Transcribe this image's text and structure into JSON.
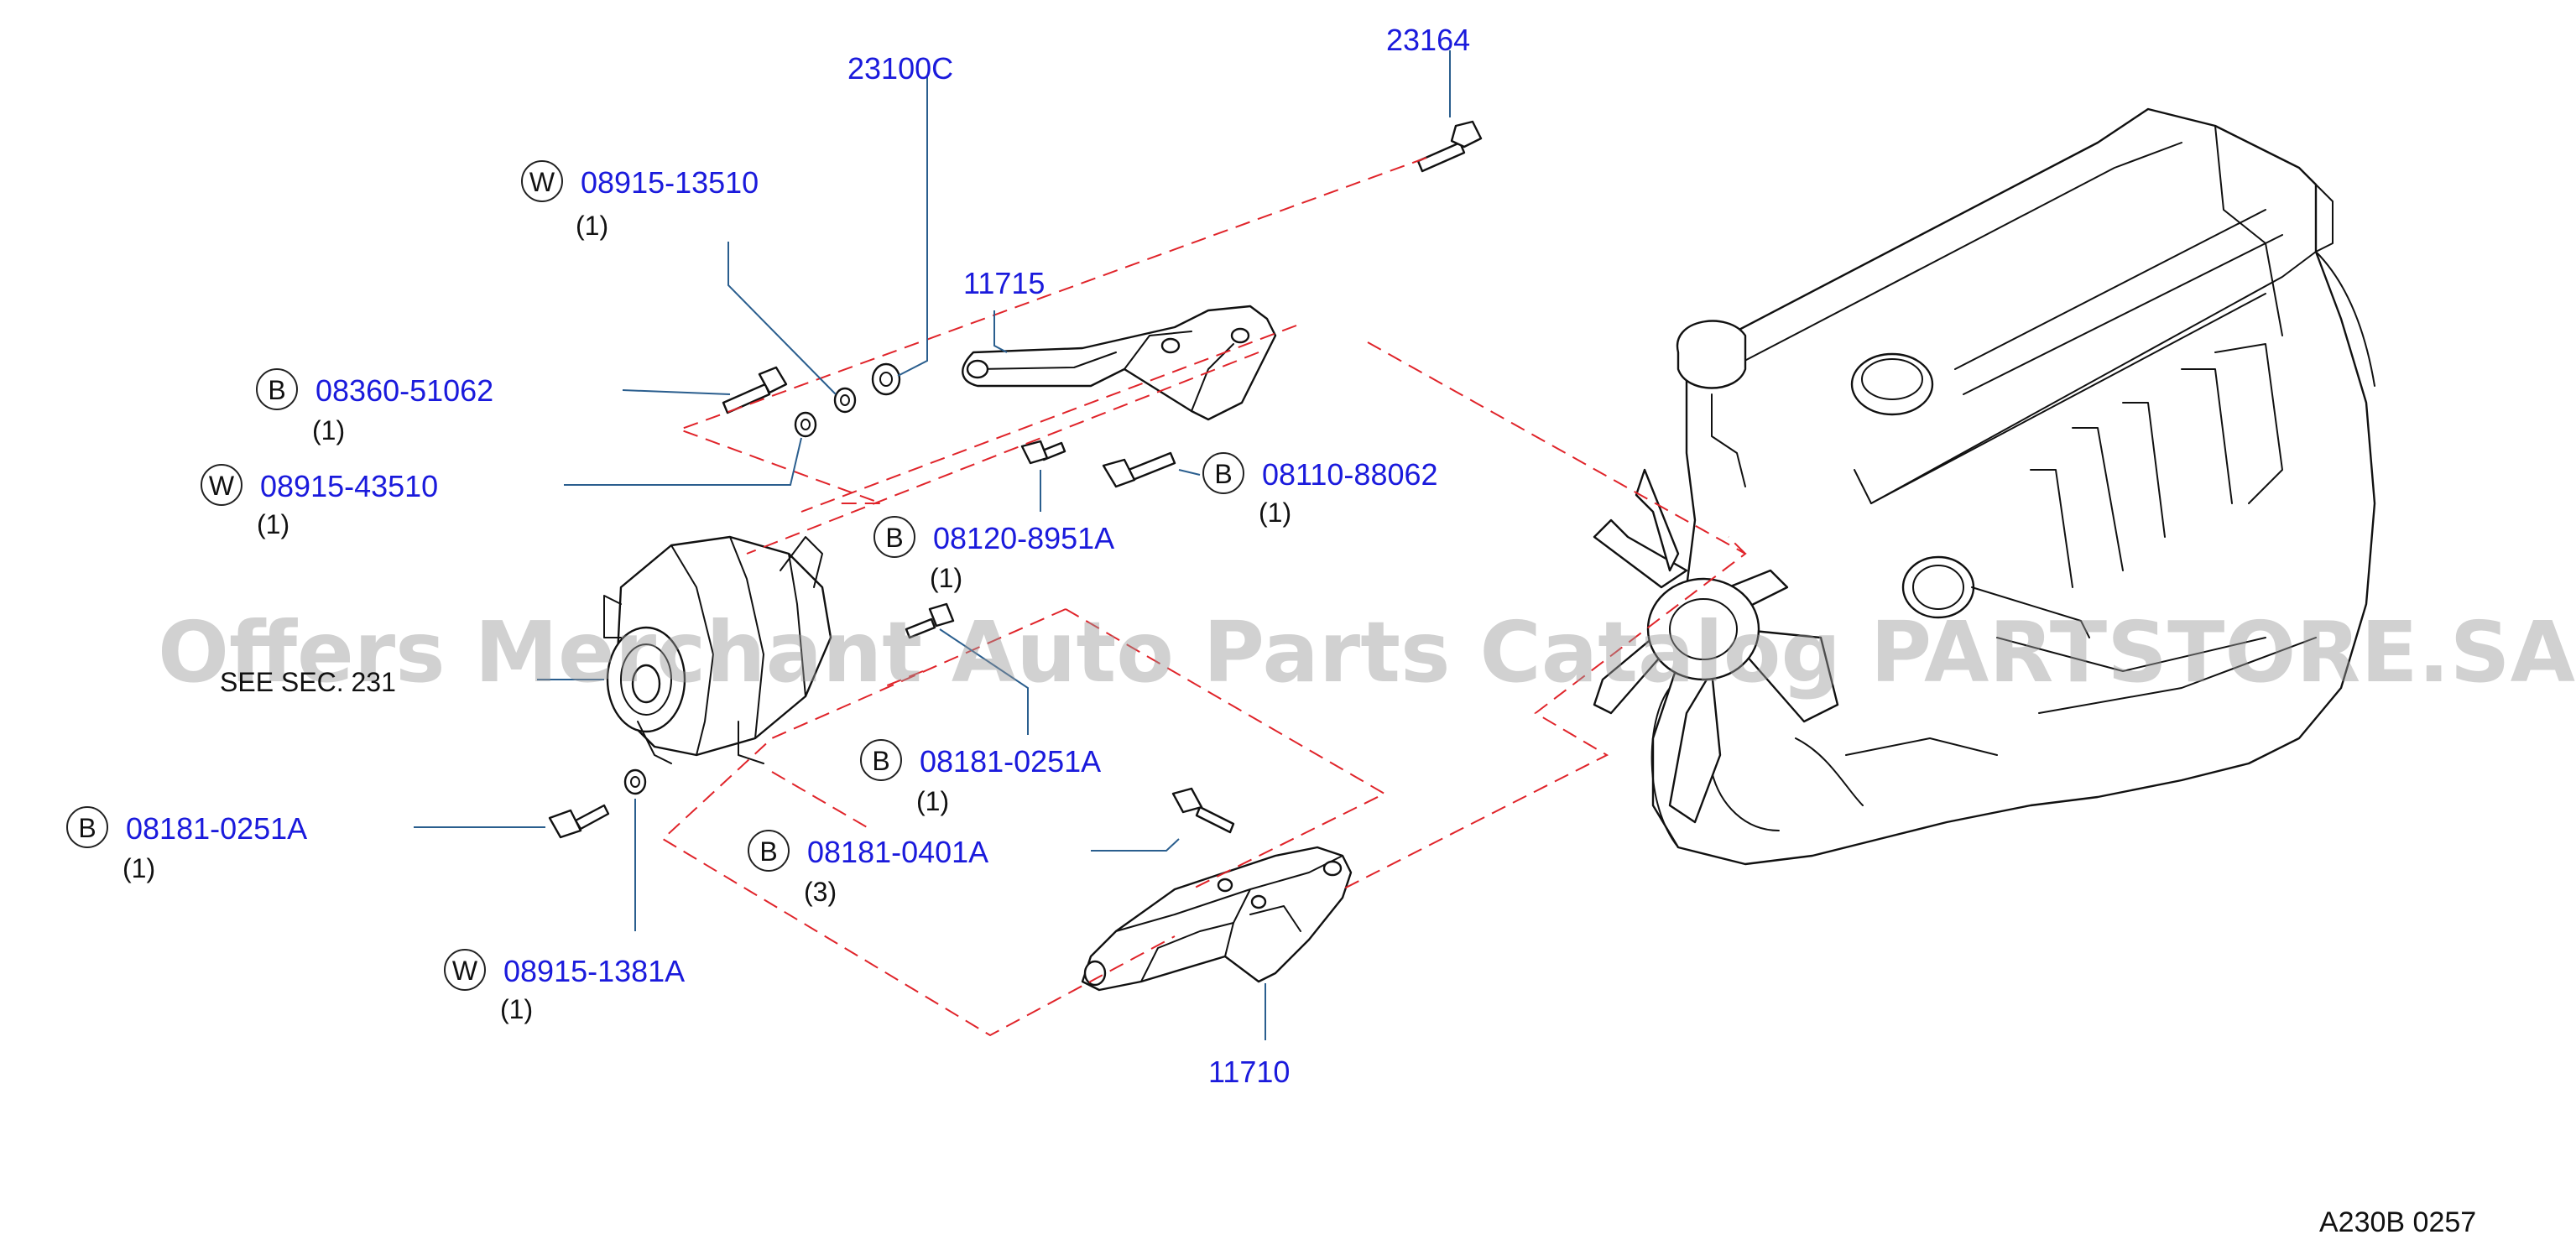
{
  "callouts": {
    "p23164": {
      "part_no": "23164"
    },
    "p23100c": {
      "part_no": "23100C"
    },
    "p0891513510": {
      "prefix": "W",
      "part_no": "08915-13510",
      "qty": "(1)"
    },
    "p11715": {
      "part_no": "11715"
    },
    "p0836051062": {
      "prefix": "B",
      "part_no": "08360-51062",
      "qty": "(1)"
    },
    "p0891543510": {
      "prefix": "W",
      "part_no": "08915-43510",
      "qty": "(1)"
    },
    "p0811088062": {
      "prefix": "B",
      "part_no": "08110-88062",
      "qty": "(1)"
    },
    "p081208951a": {
      "prefix": "B",
      "part_no": "08120-8951A",
      "qty": "(1)"
    },
    "p081810251a_right": {
      "prefix": "B",
      "part_no": "08181-0251A",
      "qty": "(1)"
    },
    "p081810251a_left": {
      "prefix": "B",
      "part_no": "08181-0251A",
      "qty": "(1)"
    },
    "p081810401a": {
      "prefix": "B",
      "part_no": "08181-0401A",
      "qty": "(3)"
    },
    "p089151381a": {
      "prefix": "W",
      "part_no": "08915-1381A",
      "qty": "(1)"
    },
    "p11710": {
      "part_no": "11710"
    }
  },
  "see_section": "SEE  SEC. 231",
  "diagram_code": "A230B  0257",
  "watermark": "Offers Merchant Auto Parts Catalog PARTSTORE.SA",
  "colors": {
    "part_number": "#1a1adc",
    "leader_line": "#2a5e8e",
    "assembly_dash": "#e0242a",
    "line_art": "#111111",
    "watermark": "#9a9a9a"
  }
}
